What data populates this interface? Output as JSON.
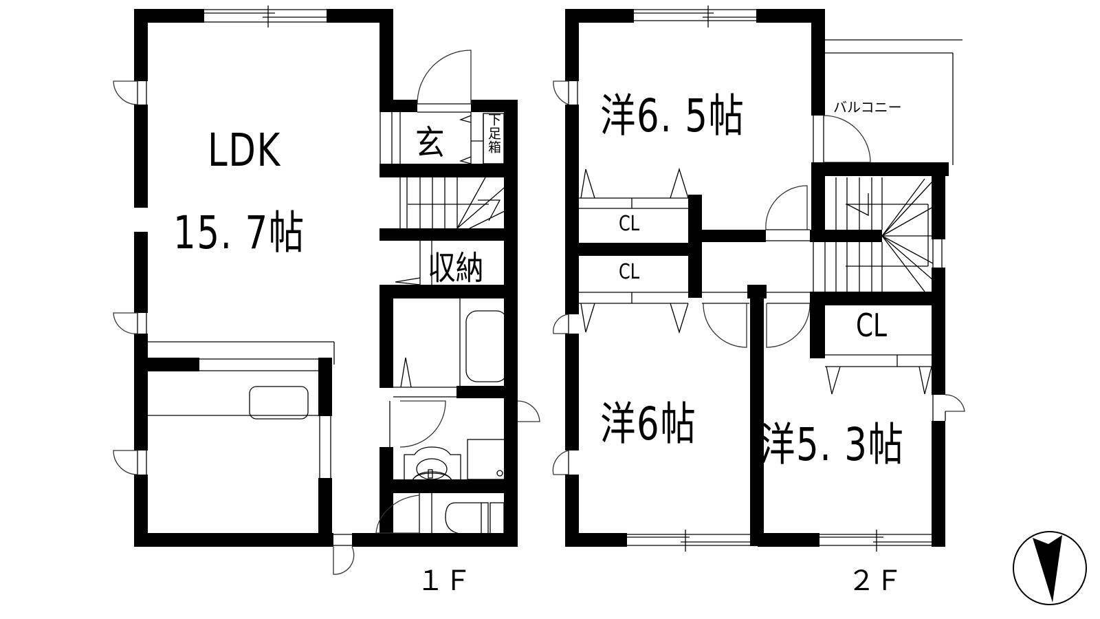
{
  "floor_plan": {
    "floors": [
      {
        "label": "１Ｆ",
        "rooms": {
          "ldk_name": "LDK",
          "ldk_size": "15. 7帖",
          "entrance": "玄",
          "shoe_box": "下足箱",
          "storage": "収納"
        }
      },
      {
        "label": "２Ｆ",
        "rooms": {
          "west_65": "洋6. 5帖",
          "west_6": "洋6帖",
          "west_53": "洋5. 3帖",
          "closet_1": "CL",
          "closet_2": "CL",
          "closet_3": "CL",
          "balcony": "バルコニー"
        }
      }
    ],
    "compass": {
      "icon": "north-arrow-icon",
      "direction": "south-pointing"
    },
    "colors": {
      "wall": "#000000",
      "background": "#ffffff"
    }
  }
}
